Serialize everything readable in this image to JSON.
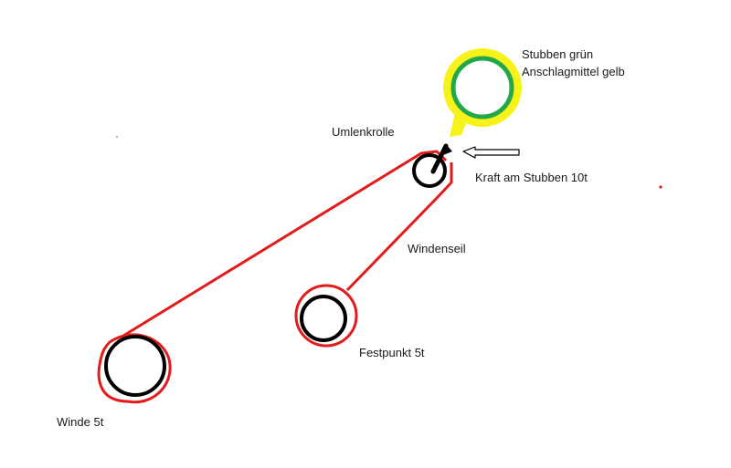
{
  "labels": {
    "stump_line1": "Stubben grün",
    "stump_line2": "Anschlagmittel gelb",
    "pulley": "Umlenkrolle",
    "force": "Kraft am Stubben 10t",
    "cable": "Windenseil",
    "anchor": "Festpunkt 5t",
    "winch": "Winde 5t"
  },
  "colors": {
    "rope": "#e21b1b",
    "stump": "#22a84a",
    "sling": "#f7f21a",
    "drum": "#000000",
    "arrow": "#000000"
  }
}
